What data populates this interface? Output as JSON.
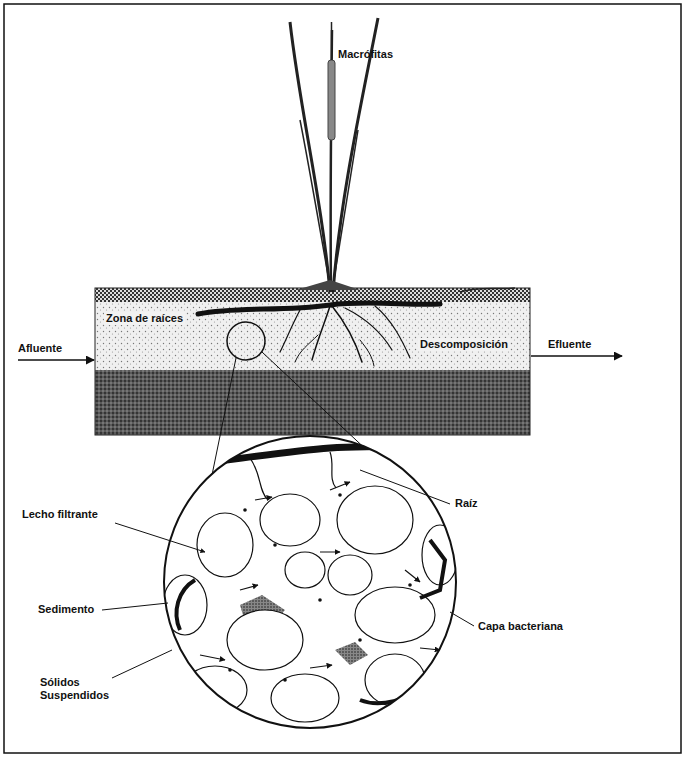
{
  "diagram": {
    "labels": [
      "Macrófitas",
      "Zona de raíces",
      "Descomposición",
      "Afluente",
      "Efluente",
      "Raíz",
      "Lecho filtrante",
      "Sedimento",
      "Capa bacteriana",
      "Sólidos Suspendidos"
    ]
  }
}
